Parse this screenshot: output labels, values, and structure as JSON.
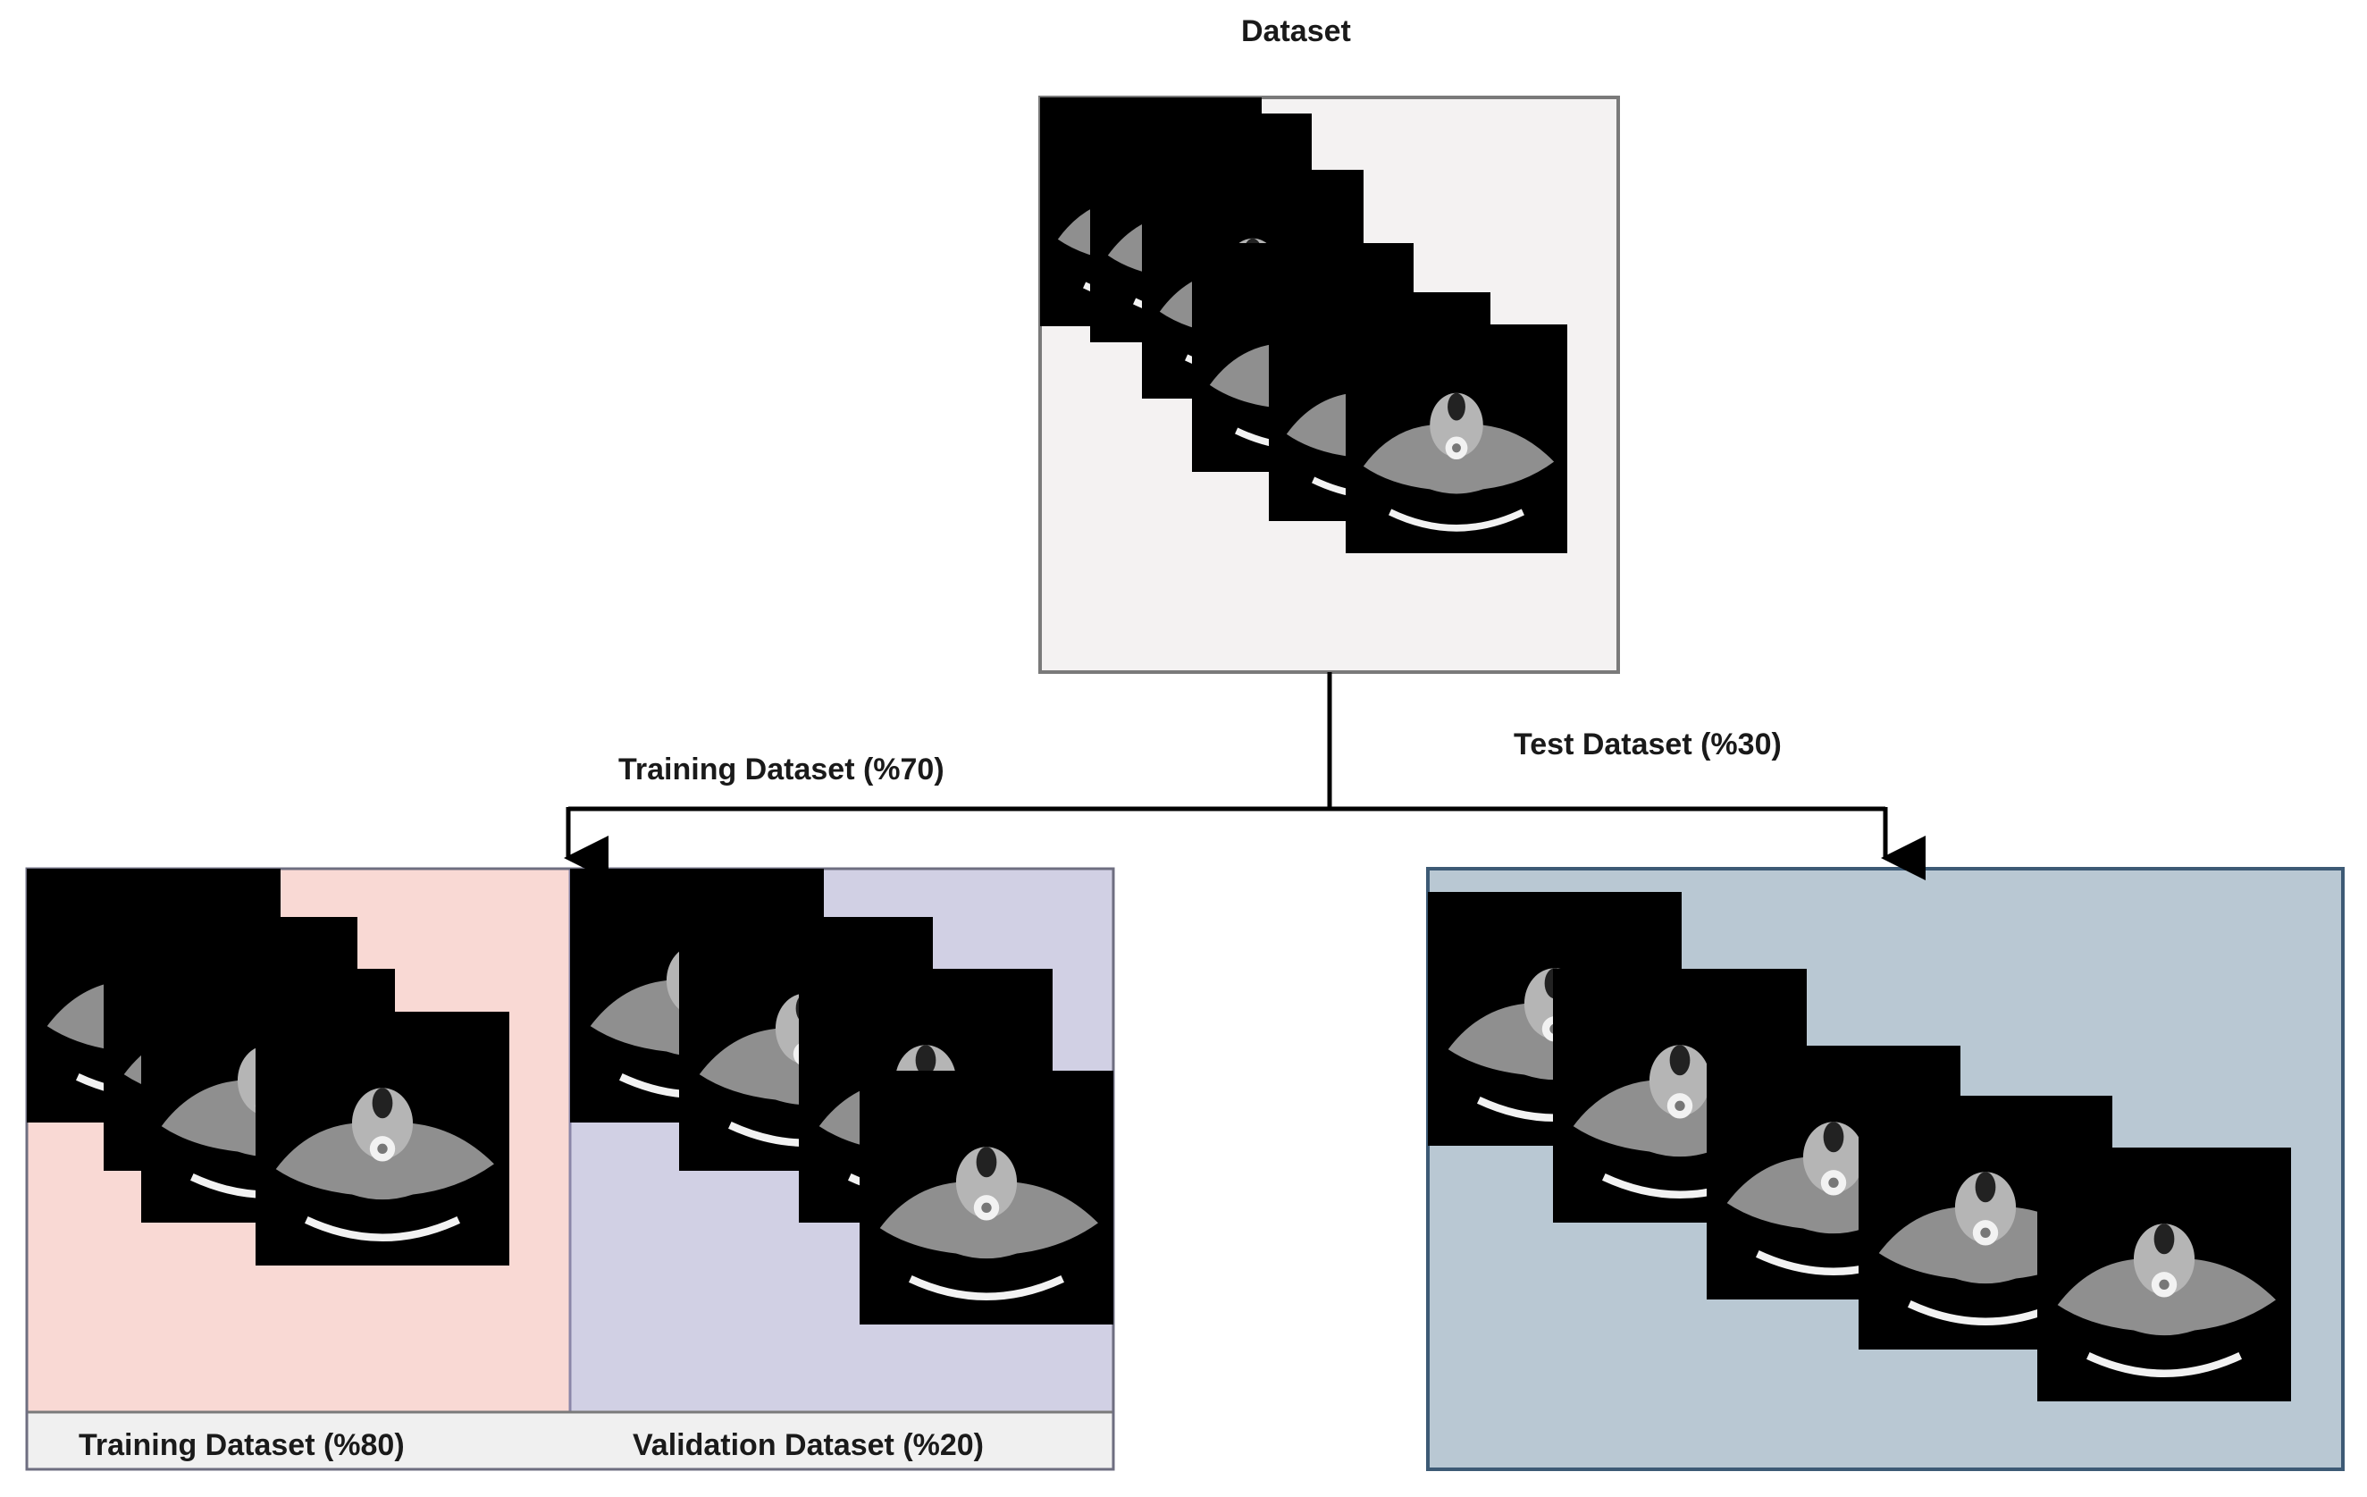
{
  "title": "Dataset",
  "split_labels": {
    "training": "Training Dataset (%70)",
    "test": "Test Dataset (%30)"
  },
  "bottom_labels": {
    "training": "Training Dataset (%80)",
    "validation": "Validation Dataset (%20)"
  },
  "colors": {
    "dataset_bg": "#f4f2f2",
    "dataset_border": "#7a7a7a",
    "training_bg": "#f9d9d4",
    "training_border": "#c98a82",
    "validation_bg": "#d1d0e4",
    "validation_border": "#8a86a8",
    "test_bg": "#b9c8d3",
    "test_border": "#3d5a75",
    "footer_bg": "#f0f0f0",
    "arrow": "#000000"
  },
  "image_stacks": {
    "dataset_slices": 6,
    "training_slices": 4,
    "validation_slices": 4,
    "test_slices": 5
  }
}
